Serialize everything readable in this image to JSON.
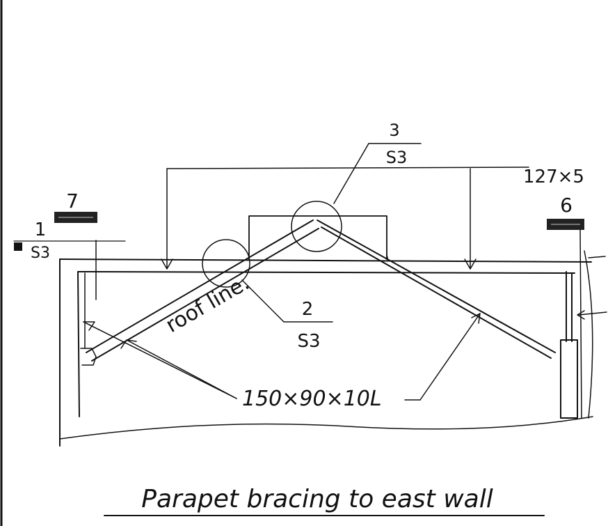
{
  "callouts": {
    "detail_1": {
      "number": "1",
      "sheet": "S3"
    },
    "detail_2": {
      "number": "2",
      "sheet": "S3"
    },
    "detail_3": {
      "number": "3",
      "sheet": "S3"
    },
    "detail_6": {
      "number": "6"
    },
    "detail_7": {
      "number": "7"
    }
  },
  "annotations": {
    "roof_line": "roof line.",
    "member_section": "150×90×10L",
    "top_member": "127×5"
  },
  "title": "Parapet bracing to east wall"
}
